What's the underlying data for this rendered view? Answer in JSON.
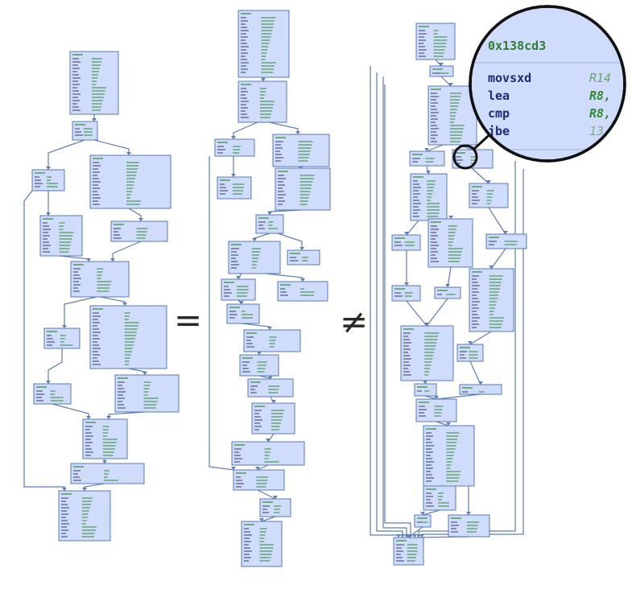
{
  "comparison": {
    "equal_symbol": "=",
    "not_equal_symbol": "≠"
  },
  "zoom_callout": {
    "address": "0x138cd3",
    "instructions": [
      {
        "mnemonic": "movsxd",
        "operand": "R14",
        "operand_color": "#6aa66a",
        "bold": false
      },
      {
        "mnemonic": "lea",
        "operand": "R8,",
        "operand_color": "#2e8b2e",
        "bold": true
      },
      {
        "mnemonic": "cmp",
        "operand": "R8,",
        "operand_color": "#2e8b2e",
        "bold": true
      },
      {
        "mnemonic": "jbe",
        "operand": "13",
        "operand_color": "#7fb07f",
        "bold": false
      }
    ]
  },
  "colors": {
    "node_fill": "#cfdcfc",
    "node_border": "#5a7ab8",
    "edge": "#5e7db5",
    "mnemonic_text": "#1f2a78",
    "operand_text": "#2e8b2e",
    "callout_border": "#111111"
  }
}
